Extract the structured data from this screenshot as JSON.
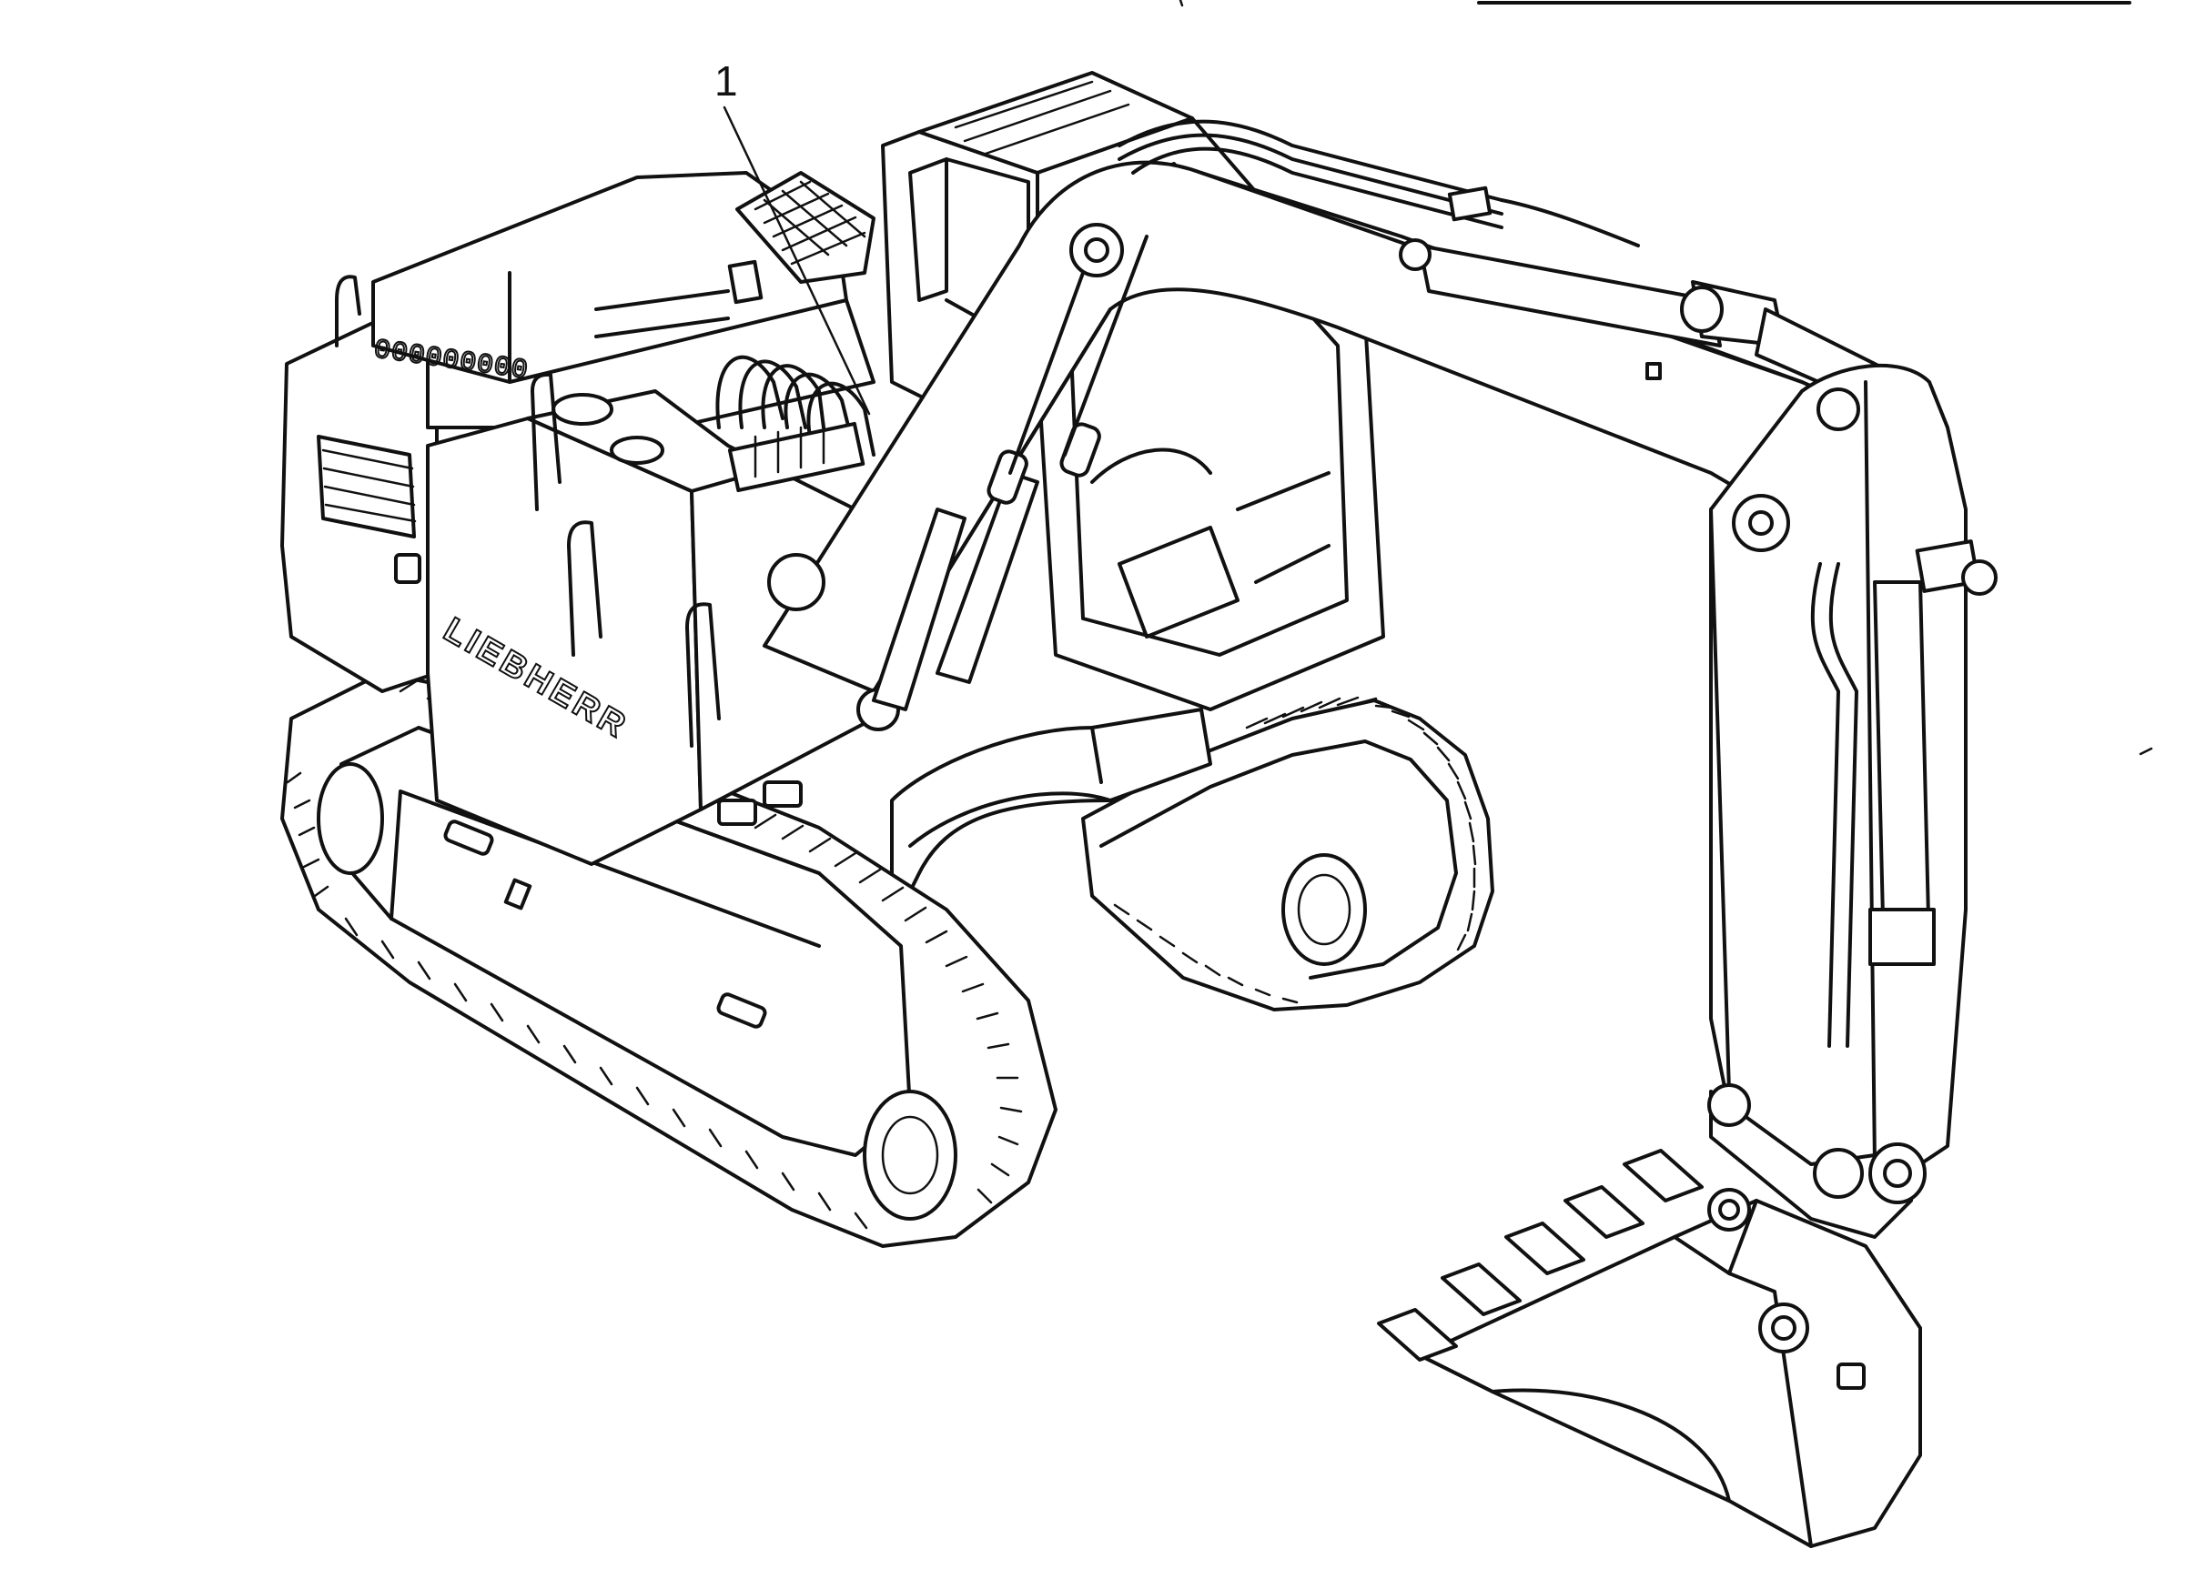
{
  "figure": {
    "callouts": [
      {
        "label": "1",
        "target": "hydraulic-hoses"
      }
    ],
    "brand_lettering": "LIEBHERR",
    "plate_lettering": "000000000",
    "line_color": "#111111",
    "background_color": "#ffffff"
  }
}
